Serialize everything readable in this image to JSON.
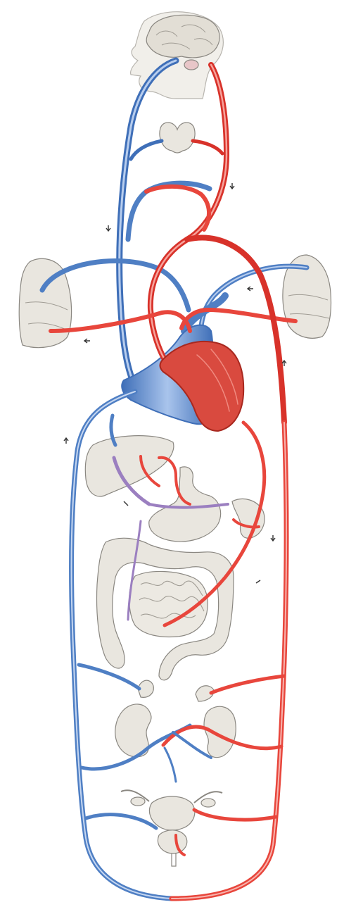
{
  "diagram": {
    "type": "circulatory-system-illustration",
    "colors": {
      "artery": "#e8463c",
      "artery_light": "#f28b83",
      "vein": "#4f7fc4",
      "vein_light": "#9bbbe6",
      "portal": "#9b7fc0",
      "organ_fill": "#e9e6df",
      "organ_stroke": "#8a8781",
      "heart_muscle": "#d94a3f"
    },
    "organs": [
      "brain",
      "thyroid",
      "left-lung",
      "right-lung",
      "heart",
      "liver",
      "stomach",
      "spleen",
      "large-intestine",
      "small-intestine",
      "left-adrenal",
      "right-adrenal",
      "left-kidney",
      "right-kidney",
      "bladder",
      "uterus"
    ]
  }
}
